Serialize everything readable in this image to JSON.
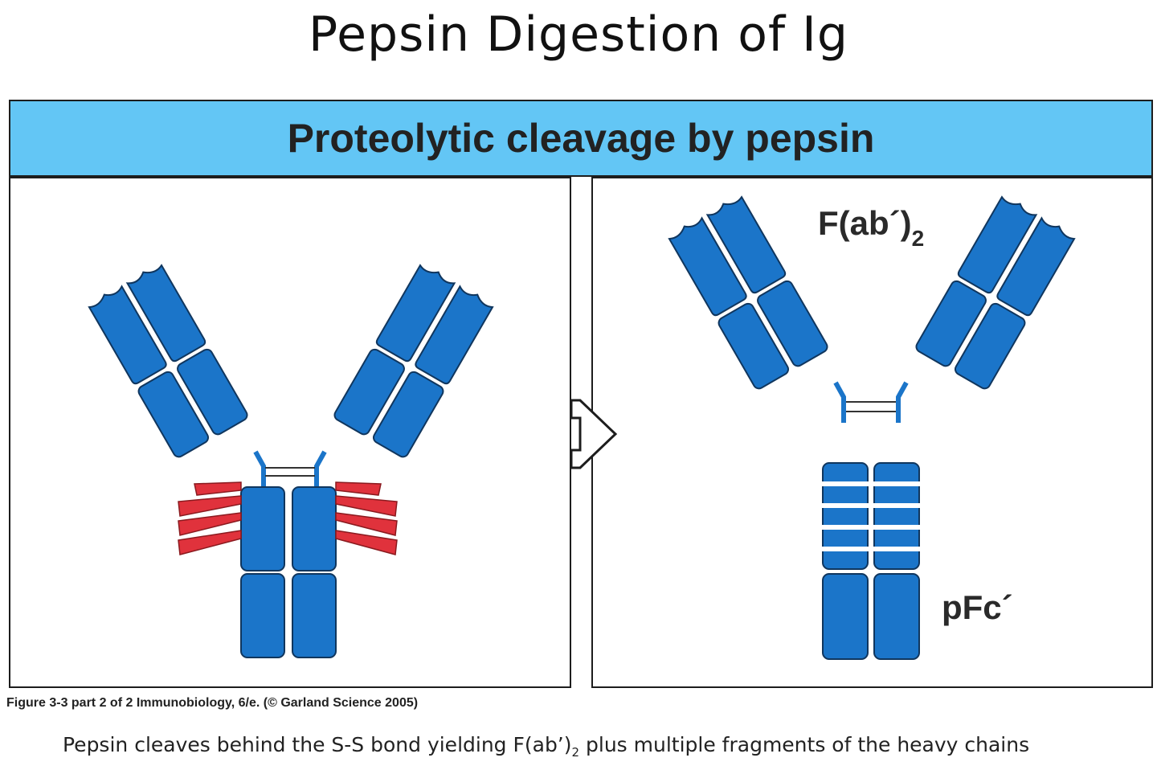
{
  "title": "Pepsin Digestion of Ig",
  "banner": "Proteolytic cleavage by pepsin",
  "labels": {
    "fab_main": "F(ab´)",
    "fab_sub": "2",
    "pfc": "pFc´"
  },
  "caption": "Figure 3-3 part 2 of 2  Immunobiology, 6/e. (© Garland Science 2005)",
  "note": {
    "part1": "Pepsin cleaves behind the S-S bond yielding F(ab’)",
    "sub": "2",
    "part2": " plus multiple fragments of the heavy chains"
  },
  "colors": {
    "domain_blue": "#1b75c9",
    "domain_edge": "#10365e",
    "pepsin_red": "#e0323c",
    "banner": "#63c6f5"
  }
}
